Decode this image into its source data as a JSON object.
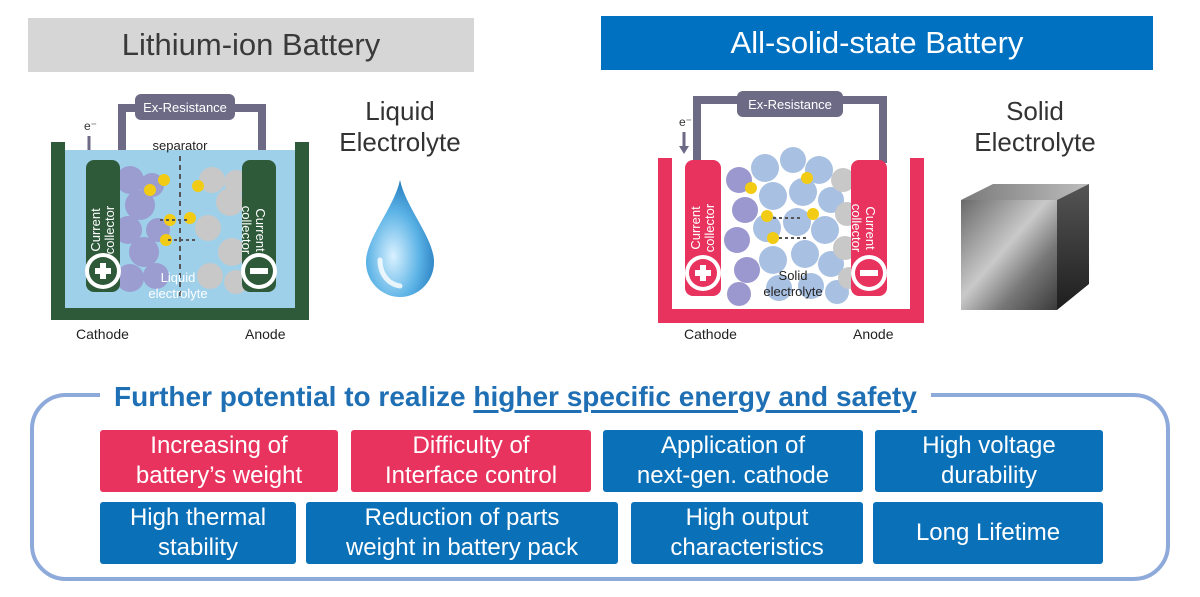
{
  "lithium_ion": {
    "title": "Lithium-ion Battery",
    "ex_resistance": "Ex-Resistance",
    "electron": "e⁻",
    "separator": "separator",
    "collector_left": [
      "Current",
      "collector"
    ],
    "collector_right": [
      "Current",
      "collector"
    ],
    "electrolyte_label": [
      "Liquid",
      "electrolyte"
    ],
    "cathode": "Cathode",
    "anode": "Anode",
    "side_label": [
      "Liquid",
      "Electrolyte"
    ]
  },
  "solid_state": {
    "title": "All-solid-state Battery",
    "ex_resistance": "Ex-Resistance",
    "electron": "e⁻",
    "collector_left": [
      "Current",
      "collector"
    ],
    "collector_right": [
      "Current",
      "collector"
    ],
    "electrolyte_label": [
      "Solid",
      "electrolyte"
    ],
    "cathode": "Cathode",
    "anode": "Anode",
    "side_label": [
      "Solid",
      "Electrolyte"
    ]
  },
  "potential": {
    "headline_prefix": "Further potential to realize ",
    "headline_emphasis": "higher specific energy and safety"
  },
  "boxes": [
    {
      "lines": [
        "Increasing of",
        "battery’s weight"
      ],
      "color": "#e8335e"
    },
    {
      "lines": [
        "Difficulty of",
        "Interface control"
      ],
      "color": "#e8335e"
    },
    {
      "lines": [
        "Application of",
        "next-gen. cathode"
      ],
      "color": "#0a70b8"
    },
    {
      "lines": [
        "High voltage",
        "durability"
      ],
      "color": "#0a70b8"
    },
    {
      "lines": [
        "High thermal",
        "stability"
      ],
      "color": "#0a70b8"
    },
    {
      "lines": [
        "Reduction of parts",
        "weight in battery pack"
      ],
      "color": "#0a70b8"
    },
    {
      "lines": [
        "High output",
        "characteristics"
      ],
      "color": "#0a70b8"
    },
    {
      "lines": [
        "Long Lifetime"
      ],
      "color": "#0a70b8"
    }
  ],
  "colors": {
    "li_casing": "#2e5a3a",
    "li_electrolyte": "#9ed0ea",
    "ss_casing": "#e8335e",
    "wire": "#6d6a86",
    "ion": "#f2cc14"
  }
}
